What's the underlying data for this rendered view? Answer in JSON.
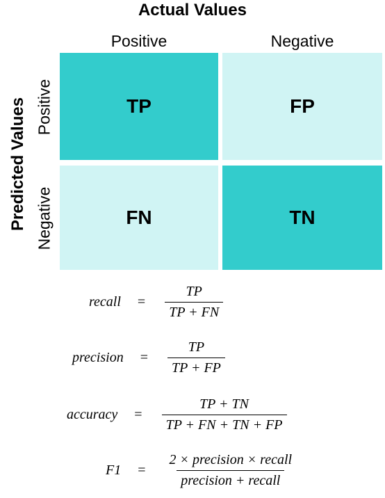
{
  "matrix": {
    "actual_title": "Actual Values",
    "predicted_title": "Predicted Values",
    "col_labels": [
      "Positive",
      "Negative"
    ],
    "row_labels": [
      "Positive",
      "Negative"
    ],
    "cells": {
      "tp": "TP",
      "fp": "FP",
      "fn": "FN",
      "tn": "TN"
    },
    "colors": {
      "dark": "#33cccc",
      "light": "#d0f4f4"
    }
  },
  "formulas": [
    {
      "name": "recall",
      "eq": "=",
      "numerator": "TP",
      "denominator": "TP + FN"
    },
    {
      "name": "precision",
      "eq": "=",
      "numerator": "TP",
      "denominator": "TP + FP"
    },
    {
      "name": "accuracy",
      "eq": "=",
      "numerator": "TP + TN",
      "denominator": "TP + FN + TN + FP"
    },
    {
      "name": "F1",
      "eq": "=",
      "numerator": "2 × precision × recall",
      "denominator": "precision + recall"
    }
  ]
}
